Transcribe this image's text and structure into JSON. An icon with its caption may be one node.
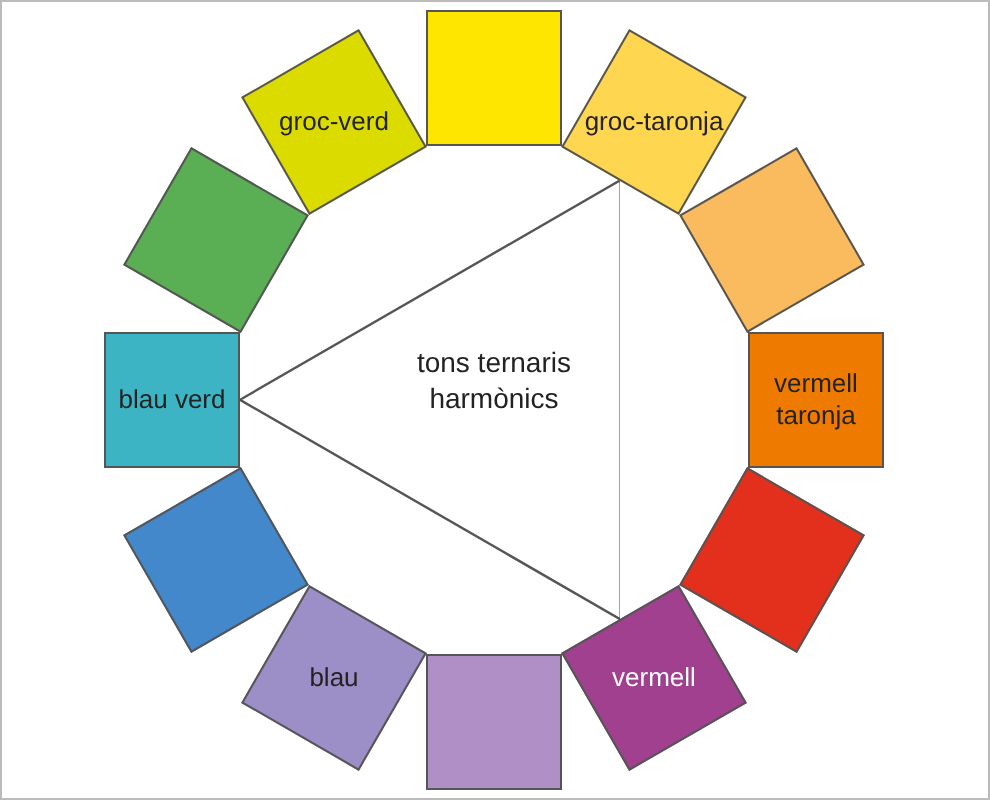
{
  "diagram": {
    "nodes": [
      {
        "text": [],
        "shape": "box"
      },
      {
        "text": [
          "groc-taronja"
        ]
      },
      {
        "text": [],
        "shape": "box"
      },
      {
        "text": [
          "vermell taronja"
        ]
      },
      {
        "text": [],
        "shape": "box"
      },
      {
        "text": [
          "vermell"
        ]
      },
      {
        "text": [],
        "shape": "box"
      },
      {
        "text": [
          "blau"
        ]
      },
      {
        "text": [],
        "shape": "box"
      },
      {
        "text": [
          "blau verd"
        ]
      },
      {
        "text": [],
        "shape": "box"
      },
      {
        "text": [
          "groc-verd"
        ]
      },
      {
        "text": [
          "tons ternaris harmònics"
        ]
      }
    ],
    "edges": []
  }
}
